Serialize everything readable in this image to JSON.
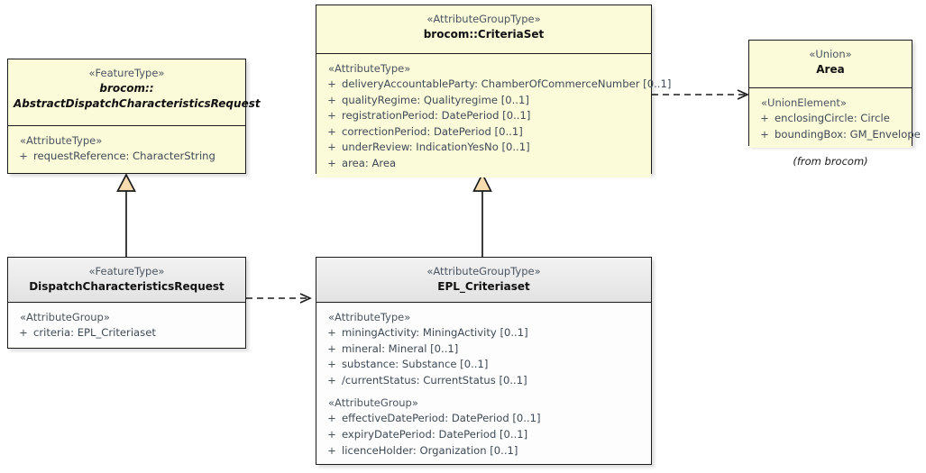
{
  "diagram": {
    "kind": "uml-class-diagram",
    "background": "#ffffff",
    "colors": {
      "class_fill_yellow": "#fcfbd9",
      "class_fill_grey_header": "#ededed",
      "class_fill_white_body": "#fdfdfd",
      "border": "#1b1b1b",
      "stereotype_text": "#4a5560",
      "attribute_text": "#4a5560",
      "generalization_arrow_fill": "#f6dcae"
    }
  },
  "classes": {
    "abstract_dispatch": {
      "stereotype": "«FeatureType»",
      "name_line1": "brocom::",
      "name_line2": "AbstractDispatchCharacteristicsRequest",
      "compartments": [
        {
          "label": "«AttributeType»",
          "attributes": [
            {
              "visibility": "+",
              "signature": "requestReference: CharacterString"
            }
          ]
        }
      ]
    },
    "criteria_set": {
      "stereotype": "«AttributeGroupType»",
      "name": "brocom::CriteriaSet",
      "compartments": [
        {
          "label": "«AttributeType»",
          "attributes": [
            {
              "visibility": "+",
              "signature": "deliveryAccountableParty: ChamberOfCommerceNumber [0..1]"
            },
            {
              "visibility": "+",
              "signature": "qualityRegime: Qualityregime [0..1]"
            },
            {
              "visibility": "+",
              "signature": "registrationPeriod: DatePeriod [0..1]"
            },
            {
              "visibility": "+",
              "signature": "correctionPeriod: DatePeriod [0..1]"
            },
            {
              "visibility": "+",
              "signature": "underReview: IndicationYesNo [0..1]"
            },
            {
              "visibility": "+",
              "signature": "area: Area"
            }
          ]
        }
      ]
    },
    "area_union": {
      "stereotype": "«Union»",
      "name": "Area",
      "compartments": [
        {
          "label": "«UnionElement»",
          "attributes": [
            {
              "visibility": "+",
              "signature": "enclosingCircle: Circle"
            },
            {
              "visibility": "+",
              "signature": "boundingBox: GM_Envelope"
            }
          ]
        }
      ],
      "from_package": "(from brocom)"
    },
    "dispatch_request": {
      "stereotype": "«FeatureType»",
      "name": "DispatchCharacteristicsRequest",
      "compartments": [
        {
          "label": "«AttributeGroup»",
          "attributes": [
            {
              "visibility": "+",
              "signature": "criteria: EPL_Criteriaset"
            }
          ]
        }
      ]
    },
    "epl_criteriaset": {
      "stereotype": "«AttributeGroupType»",
      "name": "EPL_Criteriaset",
      "compartments": [
        {
          "label": "«AttributeType»",
          "attributes": [
            {
              "visibility": "+",
              "signature": "miningActivity: MiningActivity [0..1]"
            },
            {
              "visibility": "+",
              "signature": "mineral: Mineral [0..1]"
            },
            {
              "visibility": "+",
              "signature": "substance: Substance [0..1]"
            },
            {
              "visibility": "+",
              "signature": "/currentStatus: CurrentStatus [0..1]"
            }
          ]
        },
        {
          "label": "«AttributeGroup»",
          "attributes": [
            {
              "visibility": "+",
              "signature": "effectiveDatePeriod: DatePeriod [0..1]"
            },
            {
              "visibility": "+",
              "signature": "expiryDatePeriod: DatePeriod [0..1]"
            },
            {
              "visibility": "+",
              "signature": "licenceHolder: Organization [0..1]"
            }
          ]
        }
      ]
    }
  },
  "relationships": [
    {
      "type": "generalization",
      "from": "dispatch_request",
      "to": "abstract_dispatch"
    },
    {
      "type": "generalization",
      "from": "epl_criteriaset",
      "to": "criteria_set"
    },
    {
      "type": "dependency",
      "from": "dispatch_request",
      "to": "epl_criteriaset"
    },
    {
      "type": "dependency",
      "from": "criteria_set",
      "to": "area_union"
    }
  ]
}
